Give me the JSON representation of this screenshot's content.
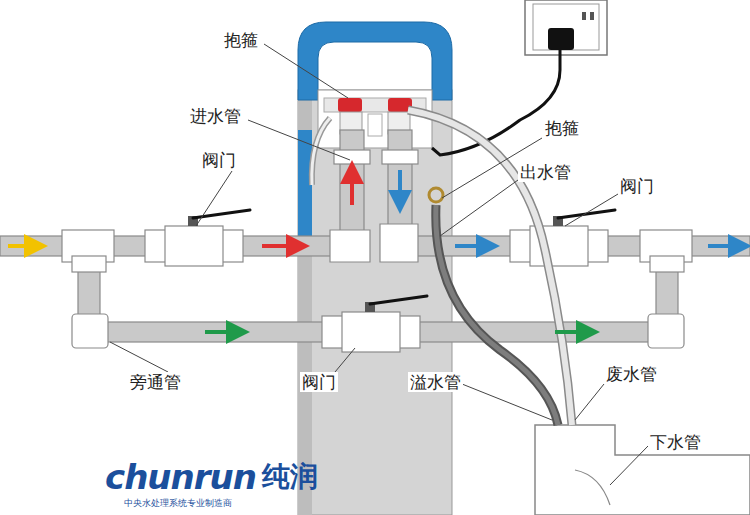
{
  "diagram": {
    "labels": [
      "抱箍",
      "进水管",
      "阀门",
      "抱箍",
      "出水管",
      "阀门",
      "旁通管",
      "阀门",
      "溢水管",
      "废水管",
      "下水管",
      "chunrun",
      "纯润",
      "中央水处理系统专业制造商"
    ]
  }
}
